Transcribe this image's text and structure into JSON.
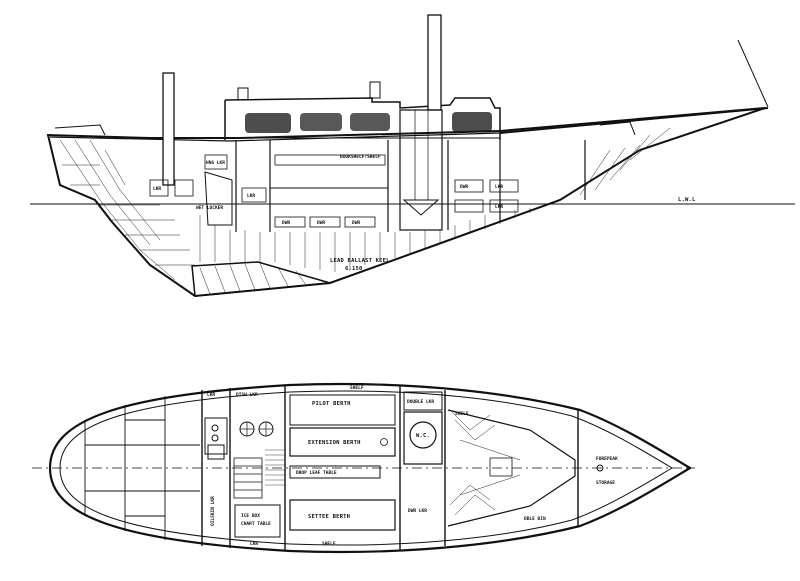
{
  "profile": {
    "waterline_label": "L.W.L",
    "keel_label": "LEAD BALLAST KEEL",
    "keel_weight": "6,150",
    "foresail_label": "BOOKSHELF/SHELF",
    "wet_locker_label": "WET LOCKER",
    "drawer_label": "DWR",
    "drawer_label_2": "DWR",
    "drawer_label_3": "DWR",
    "drawer_label_4": "DWR",
    "locker_label": "LKR",
    "locker_label_2": "LKR",
    "locker_label_3": "LKR",
    "locker_label_4": "LKR",
    "hanging_locker_label": "HNG LKR"
  },
  "plan": {
    "pilot_berth": "PILOT BERTH",
    "extension_berth": "EXTENSION BERTH",
    "drop_leaf_table": "DROP LEAF TABLE",
    "settee_berth": "SETTEE BERTH",
    "wc_label": "W.C.",
    "forepeak_label": "FOREPEAK",
    "storage_label": "STORAGE",
    "ice_box_label": "ICE BOX",
    "chart_table_label": "CHART TABLE",
    "lkr_top_left": "LKR",
    "dish_lkr": "DISH LKR",
    "shelf_top": "SHELF",
    "shelf_bottom": "SHELF",
    "lkr_bottom": "LKR",
    "oilskin_lkr": "OILSKIN LKR",
    "dwr_lkr": "DWR LKR",
    "shelf_lkr": "SHELF",
    "double_lkr": "DOUBLE LKR",
    "dble_bin": "DBLE BIN"
  },
  "colors": {
    "ink": "#111111",
    "paper": "#ffffff"
  }
}
